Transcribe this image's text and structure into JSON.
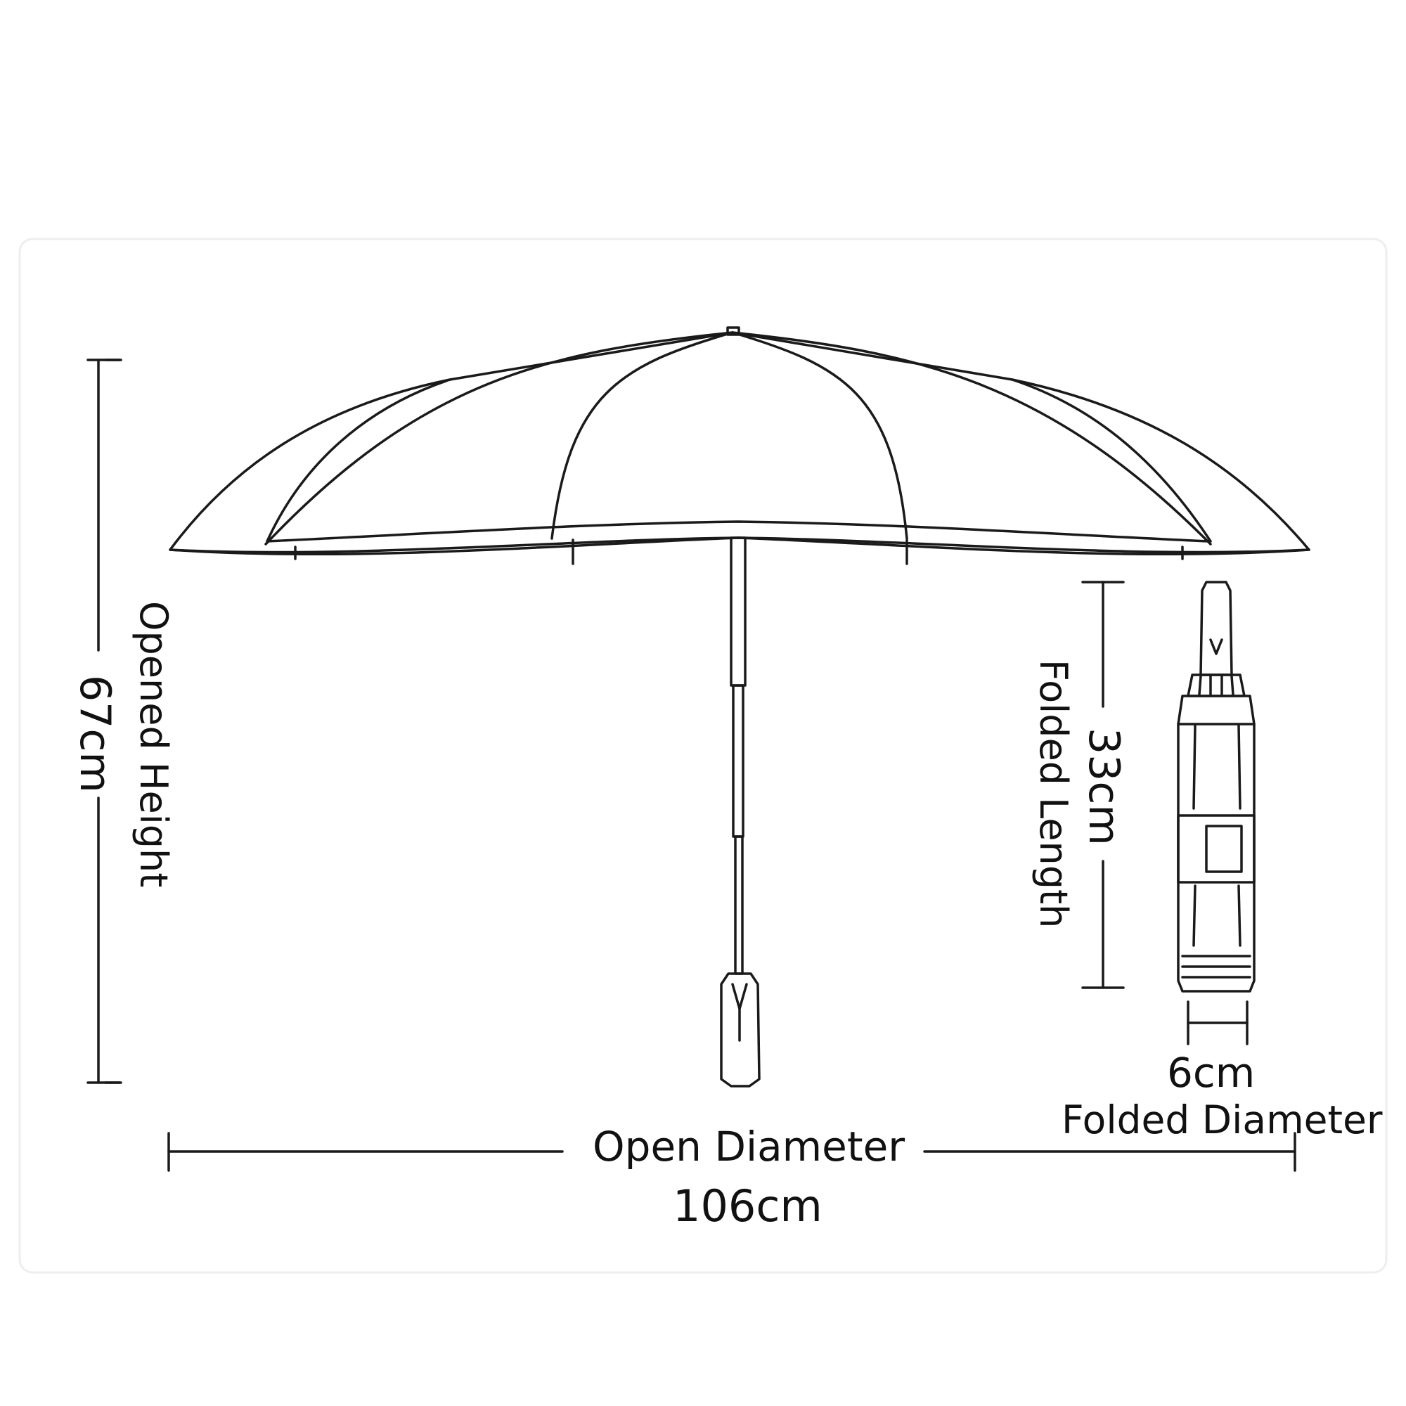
{
  "dimensions": {
    "open_diameter": {
      "label": "Open Diameter",
      "value": "106cm"
    },
    "opened_height": {
      "label": "Opened Height",
      "value": "67cm"
    },
    "folded_length": {
      "label": "Folded Length",
      "value": "33cm"
    },
    "folded_diameter": {
      "label": "Folded Diameter",
      "value": "6cm"
    }
  },
  "colors": {
    "line": "#1a1a1a",
    "background": "#ffffff",
    "frame": "#eeeeee"
  }
}
